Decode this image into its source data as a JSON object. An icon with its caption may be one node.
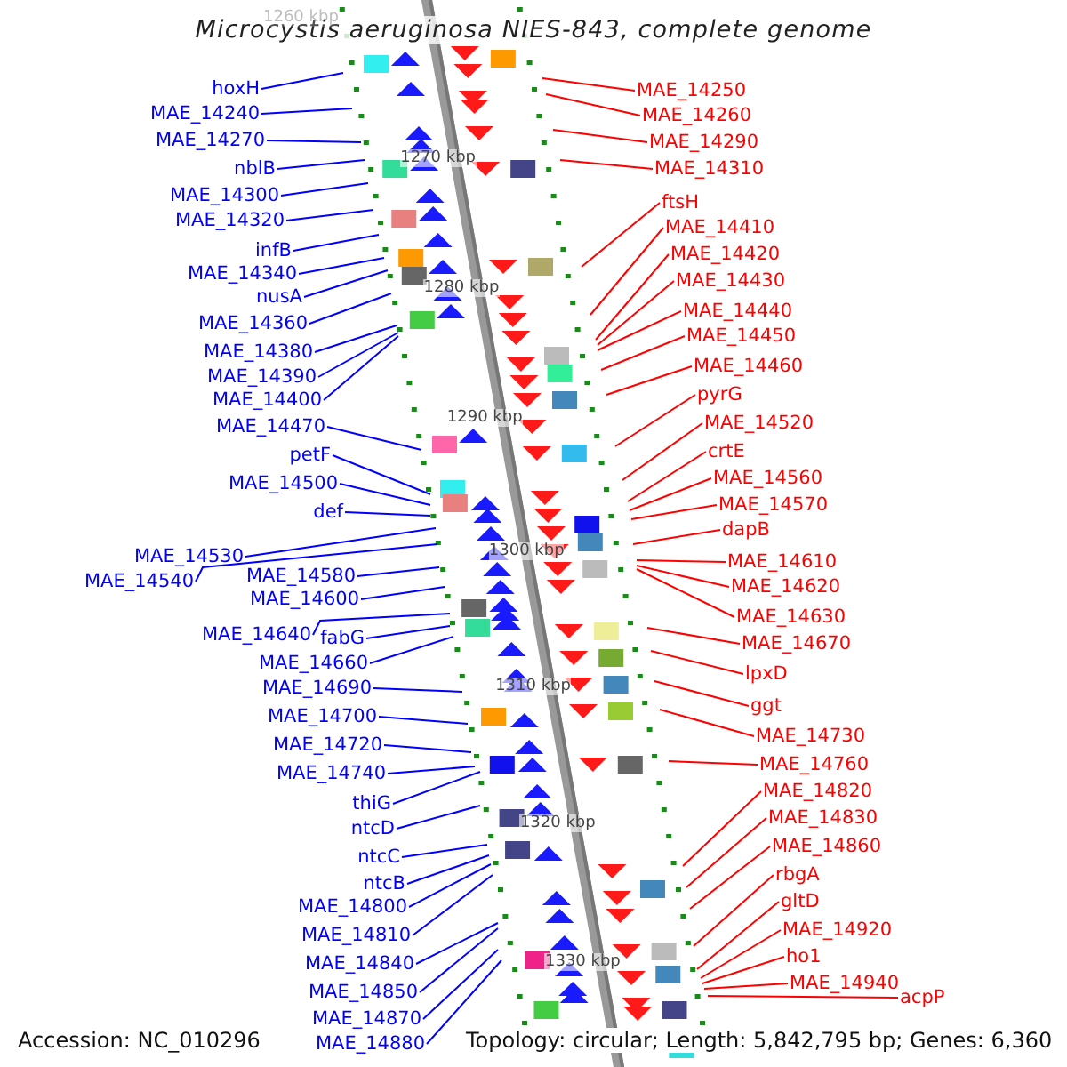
{
  "diagram": {
    "title": "Microcystis aeruginosa NIES-843, complete genome",
    "nodes": [
      {
        "text": [
          "hoxH"
        ]
      },
      {
        "text": [
          "MAE_14240"
        ]
      },
      {
        "text": [
          "MAE_14270"
        ]
      },
      {
        "text": [
          "nblB"
        ]
      },
      {
        "text": [
          "MAE_14300"
        ]
      },
      {
        "text": [
          "MAE_14320"
        ]
      },
      {
        "text": [
          "infB"
        ]
      },
      {
        "text": [
          "MAE_14340"
        ]
      },
      {
        "text": [
          "nusA"
        ]
      },
      {
        "text": [
          "MAE_14360"
        ]
      },
      {
        "text": [
          "MAE_14380"
        ]
      },
      {
        "text": [
          "MAE_14390"
        ]
      },
      {
        "text": [
          "MAE_14400"
        ]
      },
      {
        "text": [
          "MAE_14470"
        ]
      },
      {
        "text": [
          "petF"
        ]
      },
      {
        "text": [
          "MAE_14500"
        ]
      },
      {
        "text": [
          "def"
        ]
      },
      {
        "text": [
          "MAE_14530"
        ]
      },
      {
        "text": [
          "MAE_14540"
        ]
      },
      {
        "text": [
          "MAE_14580"
        ]
      },
      {
        "text": [
          "MAE_14600"
        ]
      },
      {
        "text": [
          "MAE_14640"
        ]
      },
      {
        "text": [
          "fabG"
        ]
      },
      {
        "text": [
          "MAE_14660"
        ]
      },
      {
        "text": [
          "MAE_14690"
        ]
      },
      {
        "text": [
          "MAE_14700"
        ]
      },
      {
        "text": [
          "MAE_14720"
        ]
      },
      {
        "text": [
          "MAE_14740"
        ]
      },
      {
        "text": [
          "thiG"
        ]
      },
      {
        "text": [
          "ntcD"
        ]
      },
      {
        "text": [
          "ntcC"
        ]
      },
      {
        "text": [
          "ntcB"
        ]
      },
      {
        "text": [
          "MAE_14800"
        ]
      },
      {
        "text": [
          "MAE_14810"
        ]
      },
      {
        "text": [
          "MAE_14840"
        ]
      },
      {
        "text": [
          "MAE_14850"
        ]
      },
      {
        "text": [
          "MAE_14870"
        ]
      },
      {
        "text": [
          "MAE_14880"
        ]
      },
      {
        "text": [
          "MAE_14250"
        ]
      },
      {
        "text": [
          "MAE_14260"
        ]
      },
      {
        "text": [
          "MAE_14290"
        ]
      },
      {
        "text": [
          "MAE_14310"
        ]
      },
      {
        "text": [
          "ftsH"
        ]
      },
      {
        "text": [
          "MAE_14410"
        ]
      },
      {
        "text": [
          "MAE_14420"
        ]
      },
      {
        "text": [
          "MAE_14430"
        ]
      },
      {
        "text": [
          "MAE_14440"
        ]
      },
      {
        "text": [
          "MAE_14450"
        ]
      },
      {
        "text": [
          "MAE_14460"
        ]
      },
      {
        "text": [
          "pyrG"
        ]
      },
      {
        "text": [
          "MAE_14520"
        ]
      },
      {
        "text": [
          "crtE"
        ]
      },
      {
        "text": [
          "MAE_14560"
        ]
      },
      {
        "text": [
          "MAE_14570"
        ]
      },
      {
        "text": [
          "dapB"
        ]
      },
      {
        "text": [
          "MAE_14610"
        ]
      },
      {
        "text": [
          "MAE_14620"
        ]
      },
      {
        "text": [
          "MAE_14630"
        ]
      },
      {
        "text": [
          "MAE_14670"
        ]
      },
      {
        "text": [
          "lpxD"
        ]
      },
      {
        "text": [
          "ggt"
        ]
      },
      {
        "text": [
          "MAE_14730"
        ]
      },
      {
        "text": [
          "MAE_14760"
        ]
      },
      {
        "text": [
          "MAE_14820"
        ]
      },
      {
        "text": [
          "MAE_14830"
        ]
      },
      {
        "text": [
          "MAE_14860"
        ]
      },
      {
        "text": [
          "rbgA"
        ]
      },
      {
        "text": [
          "gltD"
        ]
      },
      {
        "text": [
          "MAE_14920"
        ]
      },
      {
        "text": [
          "ho1"
        ]
      },
      {
        "text": [
          "MAE_14940"
        ]
      },
      {
        "text": [
          "acpP"
        ]
      }
    ],
    "edges": [
      {
        "from": 0,
        "to": null,
        "arrow": "none"
      },
      {
        "from": 1,
        "to": null,
        "arrow": "none"
      },
      {
        "from": 2,
        "to": null,
        "arrow": "none"
      },
      {
        "from": 3,
        "to": null,
        "arrow": "none"
      },
      {
        "from": 4,
        "to": null,
        "arrow": "none"
      },
      {
        "from": 5,
        "to": null,
        "arrow": "none"
      },
      {
        "from": 6,
        "to": null,
        "arrow": "none"
      },
      {
        "from": 7,
        "to": null,
        "arrow": "none"
      },
      {
        "from": 8,
        "to": null,
        "arrow": "none"
      },
      {
        "from": 9,
        "to": null,
        "arrow": "none"
      },
      {
        "from": 10,
        "to": null,
        "arrow": "none"
      },
      {
        "from": 11,
        "to": null,
        "arrow": "none"
      },
      {
        "from": 12,
        "to": null,
        "arrow": "none"
      },
      {
        "from": 13,
        "to": null,
        "arrow": "none"
      },
      {
        "from": 14,
        "to": null,
        "arrow": "none"
      },
      {
        "from": 15,
        "to": null,
        "arrow": "none"
      },
      {
        "from": 16,
        "to": null,
        "arrow": "none"
      },
      {
        "from": 17,
        "to": null,
        "arrow": "none"
      },
      {
        "from": 18,
        "to": null,
        "arrow": "none"
      },
      {
        "from": 19,
        "to": null,
        "arrow": "none"
      },
      {
        "from": 20,
        "to": null,
        "arrow": "none"
      },
      {
        "from": 21,
        "to": null,
        "arrow": "none"
      },
      {
        "from": 22,
        "to": null,
        "arrow": "none"
      },
      {
        "from": 23,
        "to": null,
        "arrow": "none"
      },
      {
        "from": 24,
        "to": null,
        "arrow": "none"
      },
      {
        "from": 25,
        "to": null,
        "arrow": "none"
      },
      {
        "from": 26,
        "to": null,
        "arrow": "none"
      },
      {
        "from": 27,
        "to": null,
        "arrow": "none"
      },
      {
        "from": 28,
        "to": null,
        "arrow": "none"
      },
      {
        "from": 29,
        "to": null,
        "arrow": "none"
      },
      {
        "from": 30,
        "to": null,
        "arrow": "none"
      },
      {
        "from": 31,
        "to": null,
        "arrow": "none"
      },
      {
        "from": 32,
        "to": null,
        "arrow": "none"
      },
      {
        "from": 33,
        "to": null,
        "arrow": "none"
      },
      {
        "from": 34,
        "to": null,
        "arrow": "none"
      },
      {
        "from": 35,
        "to": null,
        "arrow": "none"
      },
      {
        "from": 36,
        "to": null,
        "arrow": "none"
      },
      {
        "from": 37,
        "to": null,
        "arrow": "none"
      },
      {
        "from": 38,
        "to": null,
        "arrow": "none",
        "color": "#ff0000"
      },
      {
        "from": 39,
        "to": null,
        "arrow": "none",
        "color": "#ff0000"
      },
      {
        "from": 40,
        "to": null,
        "arrow": "none",
        "color": "#ff0000"
      },
      {
        "from": 41,
        "to": null,
        "arrow": "none",
        "color": "#ff0000"
      },
      {
        "from": 42,
        "to": null,
        "arrow": "none",
        "color": "#ff0000"
      },
      {
        "from": 43,
        "to": null,
        "arrow": "none",
        "color": "#ff0000"
      },
      {
        "from": 44,
        "to": null,
        "arrow": "none",
        "color": "#ff0000"
      },
      {
        "from": 45,
        "to": null,
        "arrow": "none",
        "color": "#ff0000"
      },
      {
        "from": 46,
        "to": null,
        "arrow": "none",
        "color": "#ff0000"
      },
      {
        "from": 47,
        "to": null,
        "arrow": "none",
        "color": "#ff0000"
      },
      {
        "from": 48,
        "to": null,
        "arrow": "none",
        "color": "#ff0000"
      },
      {
        "from": 49,
        "to": null,
        "arrow": "none",
        "color": "#ff0000"
      },
      {
        "from": 50,
        "to": null,
        "arrow": "none",
        "color": "#ff0000"
      },
      {
        "from": 51,
        "to": null,
        "arrow": "none",
        "color": "#ff0000"
      },
      {
        "from": 52,
        "to": null,
        "arrow": "none",
        "color": "#ff0000"
      },
      {
        "from": 53,
        "to": null,
        "arrow": "none",
        "color": "#ff0000"
      },
      {
        "from": 54,
        "to": null,
        "arrow": "none",
        "color": "#ff0000"
      },
      {
        "from": 55,
        "to": null,
        "arrow": "none",
        "color": "#ff0000"
      },
      {
        "from": 56,
        "to": null,
        "arrow": "none",
        "color": "#ff0000"
      },
      {
        "from": 57,
        "to": null,
        "arrow": "none",
        "color": "#ff0000"
      },
      {
        "from": 58,
        "to": null,
        "arrow": "none",
        "color": "#ff0000"
      },
      {
        "from": 59,
        "to": null,
        "arrow": "none",
        "color": "#ff0000"
      },
      {
        "from": 60,
        "to": null,
        "arrow": "none",
        "color": "#ff0000"
      },
      {
        "from": 61,
        "to": null,
        "arrow": "none",
        "color": "#ff0000"
      },
      {
        "from": 62,
        "to": null,
        "arrow": "none",
        "color": "#ff0000"
      },
      {
        "from": 63,
        "to": null,
        "arrow": "none",
        "color": "#ff0000"
      },
      {
        "from": 64,
        "to": null,
        "arrow": "none",
        "color": "#ff0000"
      },
      {
        "from": 65,
        "to": null,
        "arrow": "none",
        "color": "#ff0000"
      },
      {
        "from": 66,
        "to": null,
        "arrow": "none",
        "color": "#ff0000"
      },
      {
        "from": 67,
        "to": null,
        "arrow": "none",
        "color": "#ff0000"
      },
      {
        "from": 68,
        "to": null,
        "arrow": "none",
        "color": "#ff0000"
      },
      {
        "from": 69,
        "to": null,
        "arrow": "none",
        "color": "#ff0000"
      },
      {
        "from": 70,
        "to": null,
        "arrow": "none",
        "color": "#ff0000"
      },
      {
        "from": 71,
        "to": null,
        "arrow": "none",
        "color": "#ff0000"
      }
    ],
    "labels": [
      "1260 kbp",
      "1270 kbp",
      "1280 kbp",
      "1290 kbp",
      "1300 kbp",
      "1310 kbp",
      "1320 kbp",
      "1330 kbp",
      "Accession: NC_010296",
      "Topology: circular; Length: 5,842,795 bp; Genes: 6,360"
    ]
  }
}
